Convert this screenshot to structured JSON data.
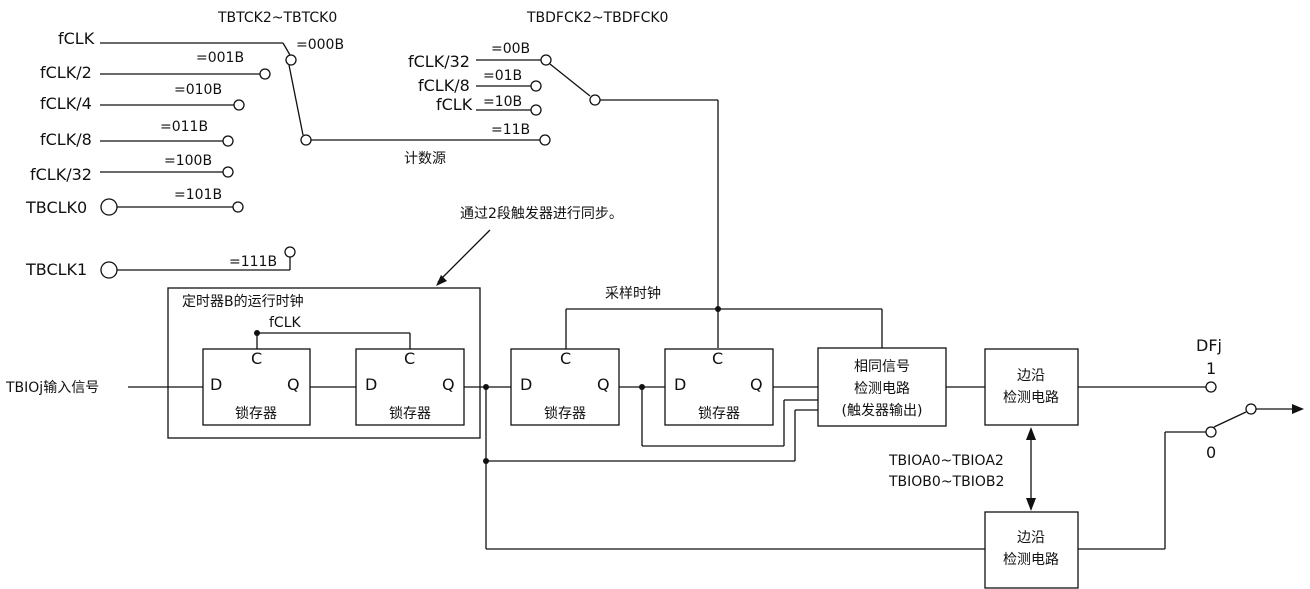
{
  "colors": {
    "line": "#111111",
    "background": "#ffffff"
  },
  "selector1": {
    "title": "TBTCK2~TBTCK0",
    "inputs": [
      {
        "label": "fCLK",
        "code": "=000B"
      },
      {
        "label": "fCLK/2",
        "code": "=001B"
      },
      {
        "label": "fCLK/4",
        "code": "=010B"
      },
      {
        "label": "fCLK/8",
        "code": "=011B"
      },
      {
        "label": "fCLK/32",
        "code": "=100B"
      },
      {
        "label": "TBCLK0",
        "code": "=101B"
      },
      {
        "label": "TBCLK1",
        "code": "=111B"
      }
    ],
    "output_label": "计数源"
  },
  "selector2": {
    "title": "TBDFCK2~TBDFCK0",
    "inputs": [
      {
        "label": "fCLK/32",
        "code": "=00B"
      },
      {
        "label": "fCLK/8",
        "code": "=01B"
      },
      {
        "label": "fCLK",
        "code": "=10B"
      },
      {
        "label": "",
        "code": "=11B"
      }
    ]
  },
  "annotation": "通过2段触发器进行同步。",
  "sync_group": {
    "title": "定时器B的运行时钟",
    "clock_label": "fCLK"
  },
  "latch": {
    "d": "D",
    "q": "Q",
    "c": "C",
    "name": "锁存器"
  },
  "sampling_clock_label": "采样时钟",
  "input_signal": "TBIOj输入信号",
  "same_signal_detector": [
    "相同信号",
    "检测电路",
    "(触发器输出)"
  ],
  "edge_detector": [
    "边沿",
    "检测电路"
  ],
  "pins": [
    "TBIOA0~TBIOA2",
    "TBIOB0~TBIOB2"
  ],
  "output": {
    "label": "DFj",
    "pos1": "1",
    "pos0": "0"
  }
}
